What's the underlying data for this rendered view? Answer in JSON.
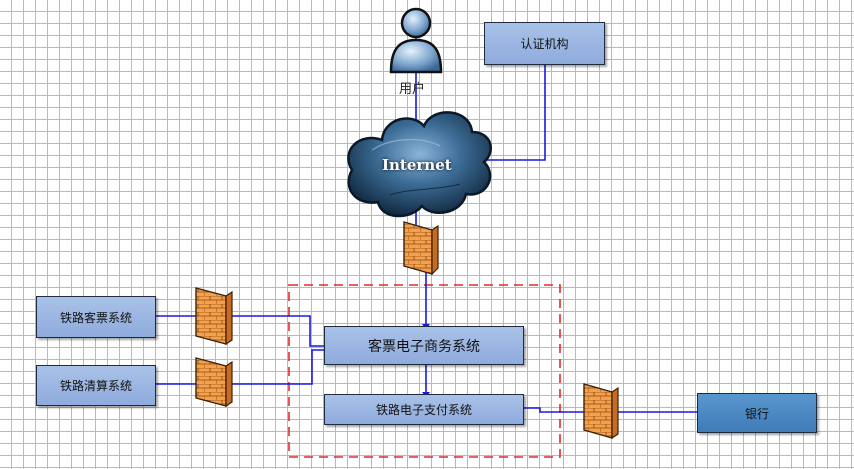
{
  "nodes": {
    "auth": "认证机构",
    "user": "用户",
    "internet": "Internet",
    "ticket_sys": "铁路客票系统",
    "clearing_sys": "铁路清算系统",
    "ecommerce_sys": "客票电子商务系统",
    "payment_sys": "铁路电子支付系统",
    "bank": "银行"
  },
  "icons": [
    "user-icon",
    "cloud-icon",
    "firewall-icon"
  ],
  "colors": {
    "node_fill": "#9db6e3",
    "bank_fill": "#4a86c0",
    "connector": "#1a1adf",
    "dashed_boundary": "#e22b2b",
    "firewall": "#f08a3c"
  }
}
